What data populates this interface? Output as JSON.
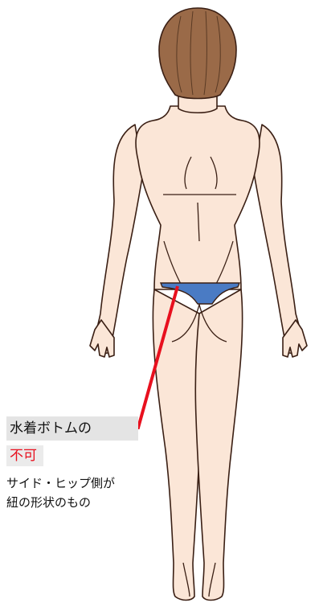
{
  "callout": {
    "title": "水着ボトムの",
    "verdict": "不可",
    "description_line1": "サイド・ヒップ側が",
    "description_line2": "紐の形状のもの"
  },
  "colors": {
    "skin": "#fbe6d7",
    "outline": "#3a1f14",
    "hair": "#9a6a48",
    "swimsuit": "#4a7bc4",
    "leader_line": "#e8101e",
    "verdict_text": "#e8101e"
  }
}
